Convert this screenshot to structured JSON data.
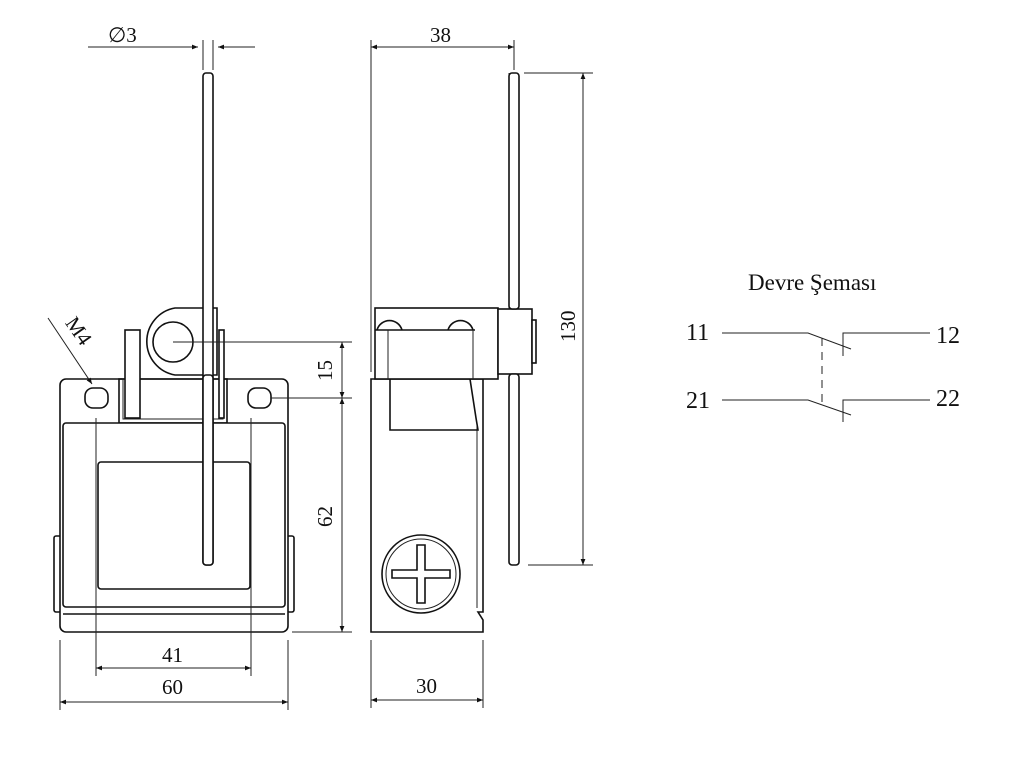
{
  "dimensions": {
    "rod_diameter": "∅3",
    "hole_thread": "M4",
    "hole_to_roller": "15",
    "body_height": "62",
    "hole_spacing": "41",
    "body_width": "60",
    "lever_offset": "38",
    "lever_length": "130",
    "body_depth": "30"
  },
  "circuit": {
    "title": "Devre Şeması",
    "terminals": [
      "11",
      "12",
      "21",
      "22"
    ]
  }
}
